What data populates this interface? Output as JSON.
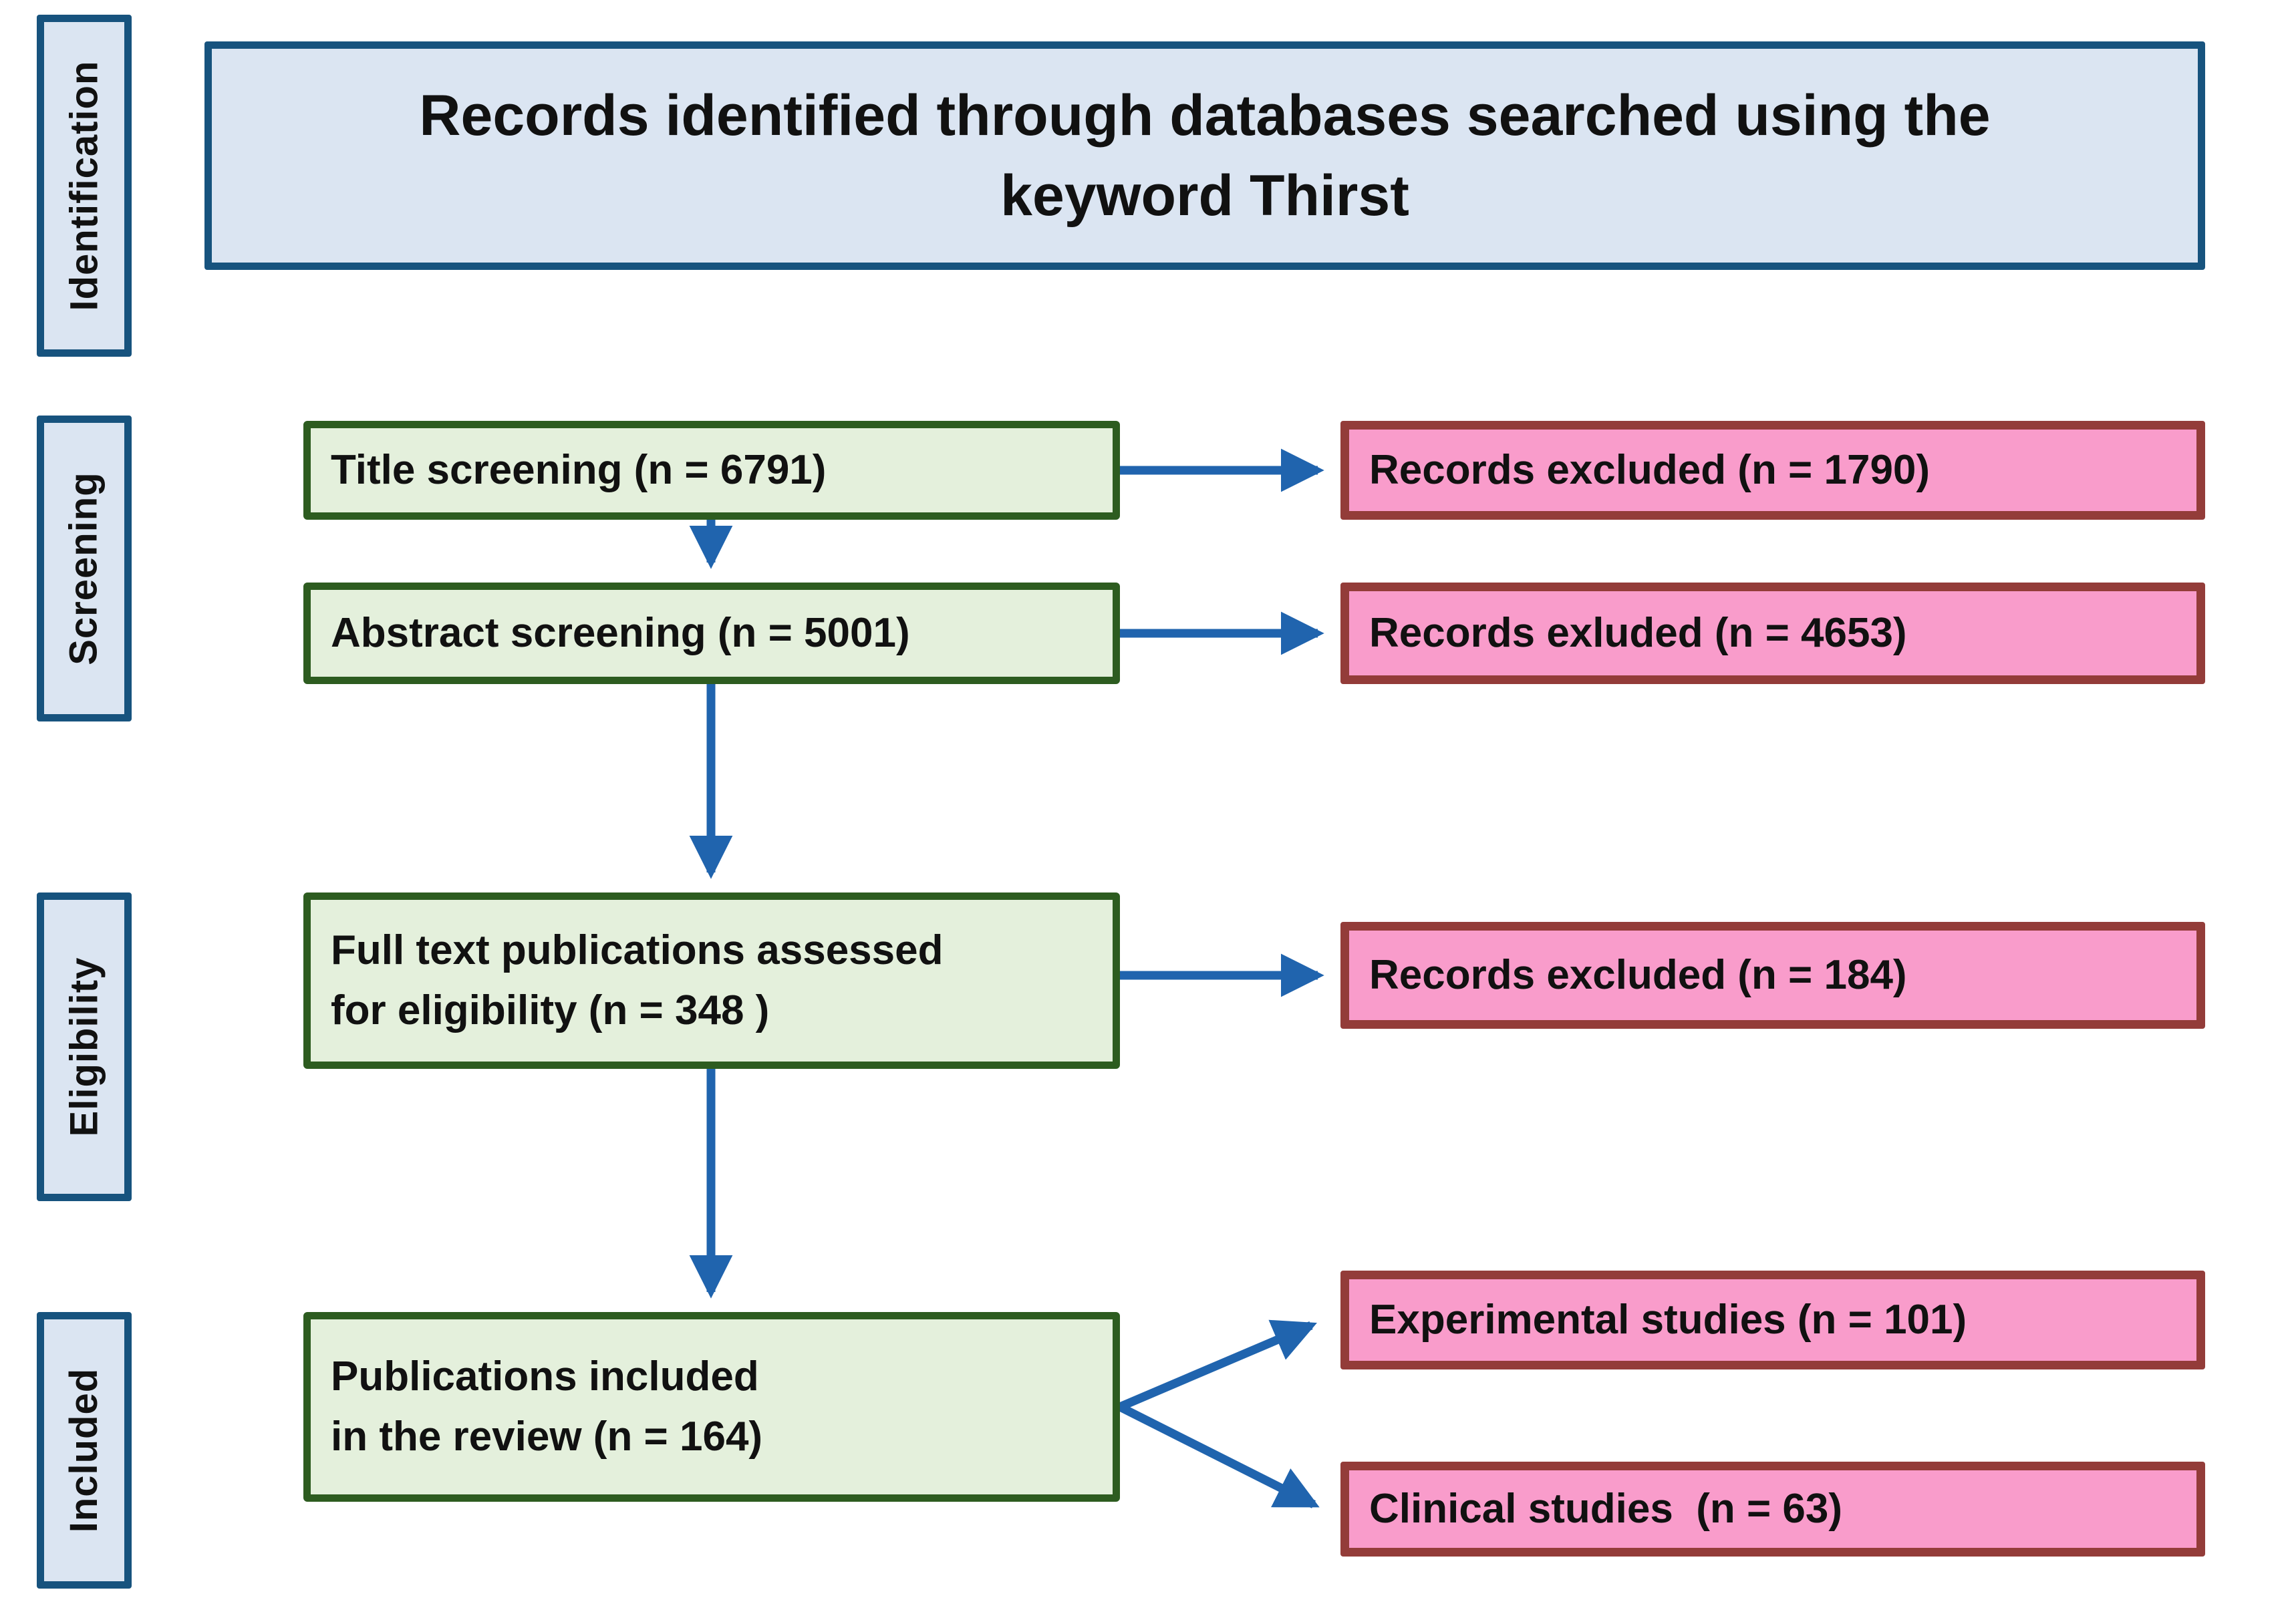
{
  "flow": {
    "title": "Records identified through databases searched using the\nkeyword Thirst",
    "side_labels": [
      "Identification",
      "Screening",
      "Eligibility",
      "Included"
    ],
    "green_boxes": [
      {
        "label": "Title screening (n = 6791)",
        "n": 6791
      },
      {
        "label": "Abstract screening (n = 5001)",
        "n": 5001
      },
      {
        "label": "Full text publications assessed\nfor eligibility (n = 348 )",
        "n": 348
      },
      {
        "label": "Publications included\nin the review (n = 164)",
        "n": 164
      }
    ],
    "pink_boxes": [
      {
        "label": "Records excluded (n = 1790)",
        "n": 1790
      },
      {
        "label": "Records exluded (n = 4653)",
        "n": 4653
      },
      {
        "label": "Records excluded (n = 184)",
        "n": 184
      },
      {
        "label": "Experimental studies (n = 101)",
        "n": 101
      },
      {
        "label": "Clinical studies  (n = 63)",
        "n": 63
      }
    ]
  },
  "colors": {
    "panel-fill": "#dbe5f2",
    "panel-border": "#17537e",
    "green-fill": "#e4f0dc",
    "green-border": "#2d5c20",
    "pink-fill": "#f99ccb",
    "pink-border": "#933c39",
    "arrow-color": "#2064ae",
    "text-color": "#111111"
  }
}
